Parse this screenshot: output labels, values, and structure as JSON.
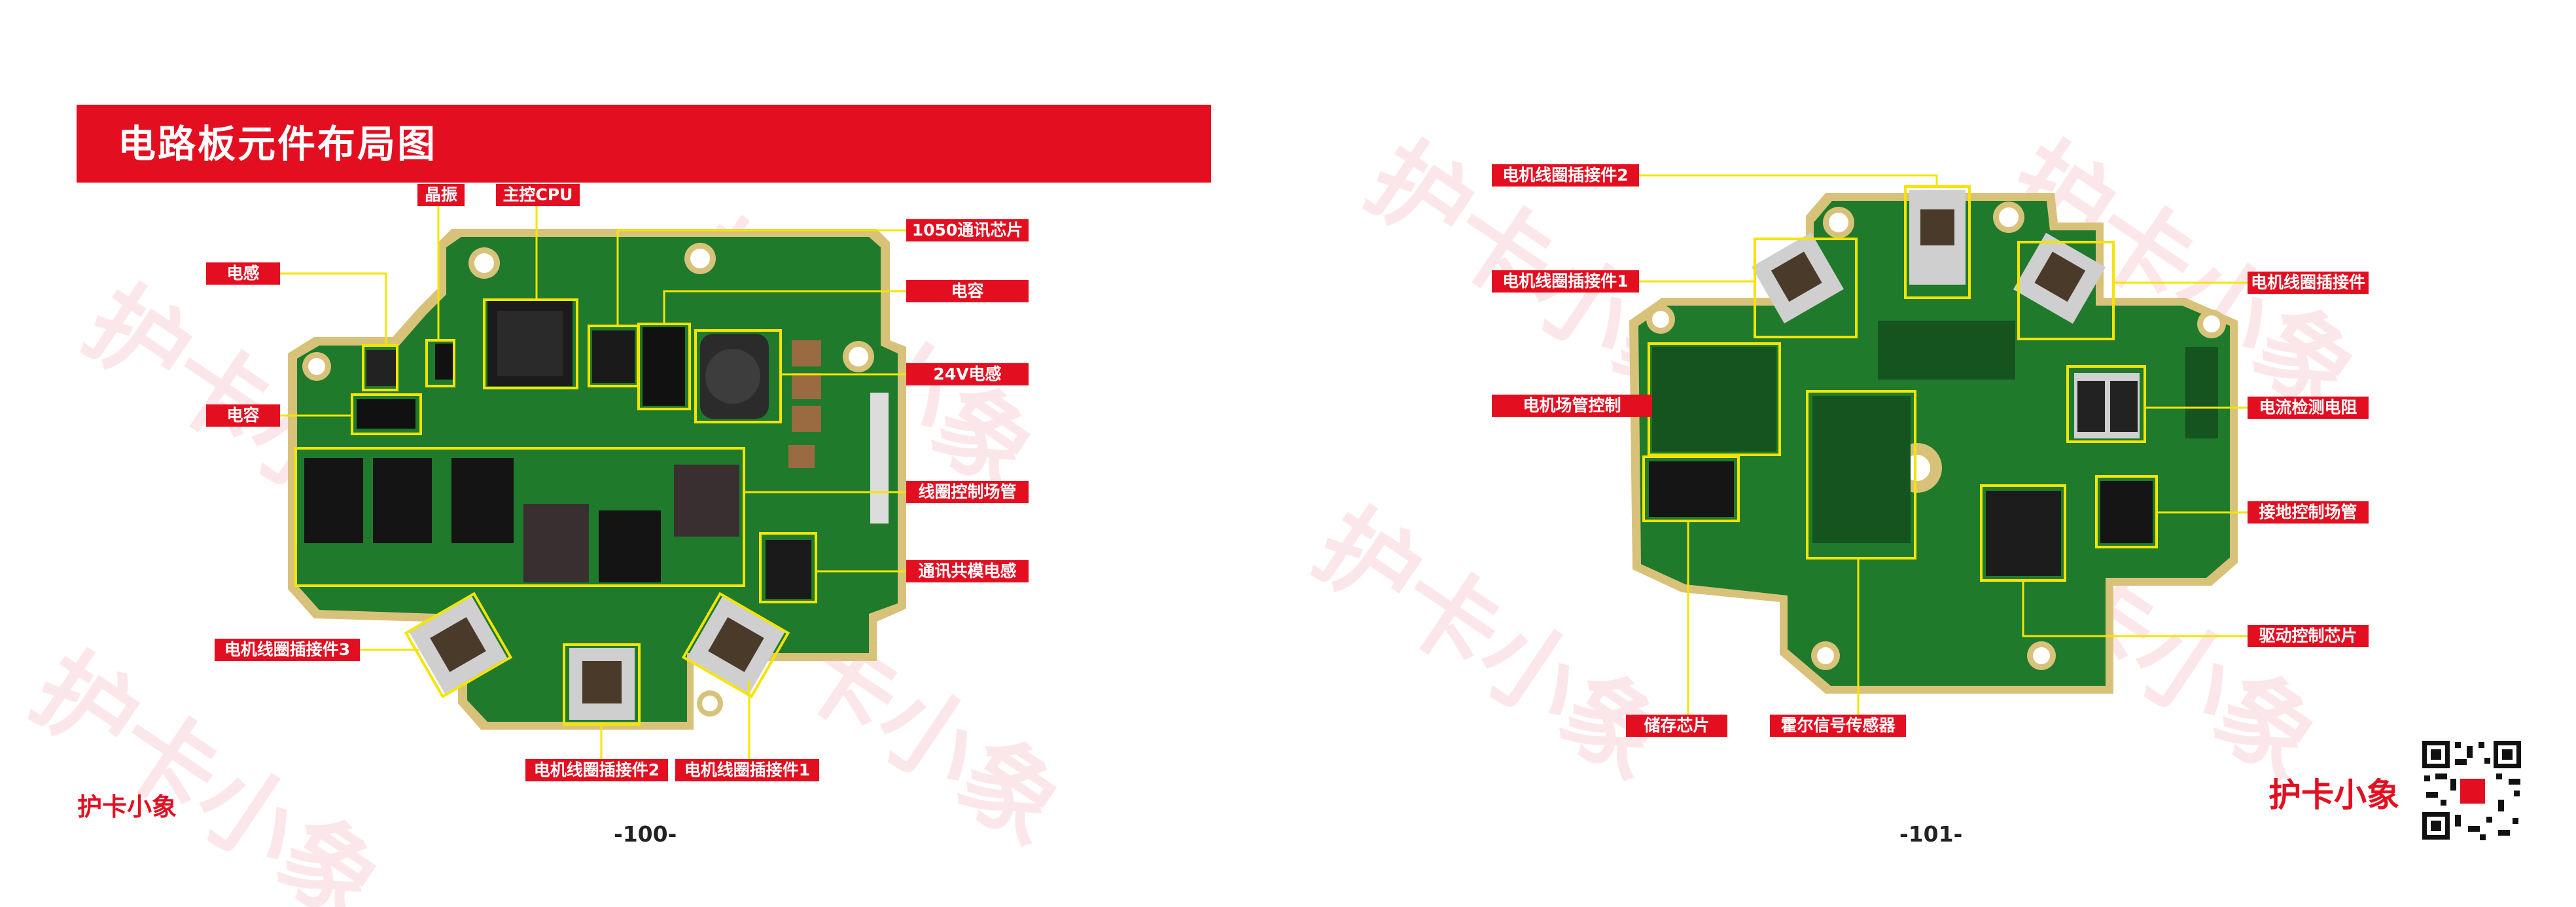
{
  "page_title": "电路板元件布局图",
  "watermark": "护卡小象",
  "left_page": {
    "page_number": "-100-",
    "brand": "护卡小象",
    "labels": [
      {
        "id": "crystal",
        "text": "晶振"
      },
      {
        "id": "mcu",
        "text": "主控CPU"
      },
      {
        "id": "inductor",
        "text": "电感"
      },
      {
        "id": "capacitor-left",
        "text": "电容"
      },
      {
        "id": "can1050",
        "text": "1050通讯芯片"
      },
      {
        "id": "capacitor-right",
        "text": "电容"
      },
      {
        "id": "inductor24v",
        "text": "24V电感"
      },
      {
        "id": "coil-mosfet",
        "text": "线圈控制场管"
      },
      {
        "id": "common-mode",
        "text": "通讯共模电感"
      },
      {
        "id": "coil-connector-3",
        "text": "电机线圈插接件3"
      },
      {
        "id": "coil-connector-2",
        "text": "电机线圈插接件2"
      },
      {
        "id": "coil-connector-1",
        "text": "电机线圈插接件1"
      }
    ]
  },
  "right_page": {
    "page_number": "-101-",
    "brand": "护卡小象",
    "labels": [
      {
        "id": "coil-connector-2",
        "text": "电机线圈插接件2"
      },
      {
        "id": "coil-connector-1",
        "text": "电机线圈插接件1"
      },
      {
        "id": "coil-connector",
        "text": "电机线圈插接件"
      },
      {
        "id": "motor-mosfet",
        "text": "电机场管控制"
      },
      {
        "id": "current-sense",
        "text": "电流检测电阻"
      },
      {
        "id": "ground-mosfet",
        "text": "接地控制场管"
      },
      {
        "id": "driver-chip",
        "text": "驱动控制芯片"
      },
      {
        "id": "memory-chip",
        "text": "储存芯片"
      },
      {
        "id": "hall-sensor",
        "text": "霍尔信号传感器"
      }
    ]
  },
  "colors": {
    "accent": "#e30f21",
    "highlight": "#f5e400",
    "pcb": "#1f7a2c",
    "pcb_edge": "#c9b35a"
  }
}
